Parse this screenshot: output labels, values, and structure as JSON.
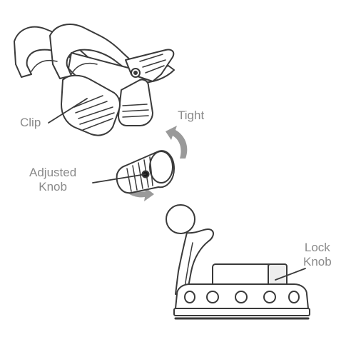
{
  "labels": {
    "clip": "Clip",
    "tight": "Tight",
    "adjusted_knob": [
      "Adjusted",
      "Knob"
    ],
    "lock_knob": [
      "Lock",
      "Knob"
    ]
  },
  "colors": {
    "outline": "#3a3a3a",
    "label": "#8a8a8a",
    "arrow": "#8a8a8a",
    "fill": "#ffffff",
    "shade": "#e6e6e6"
  },
  "parts": [
    "clip",
    "adjusted-knob",
    "rotation-arrows",
    "suction-mount",
    "ball-joint",
    "lock-knob"
  ]
}
